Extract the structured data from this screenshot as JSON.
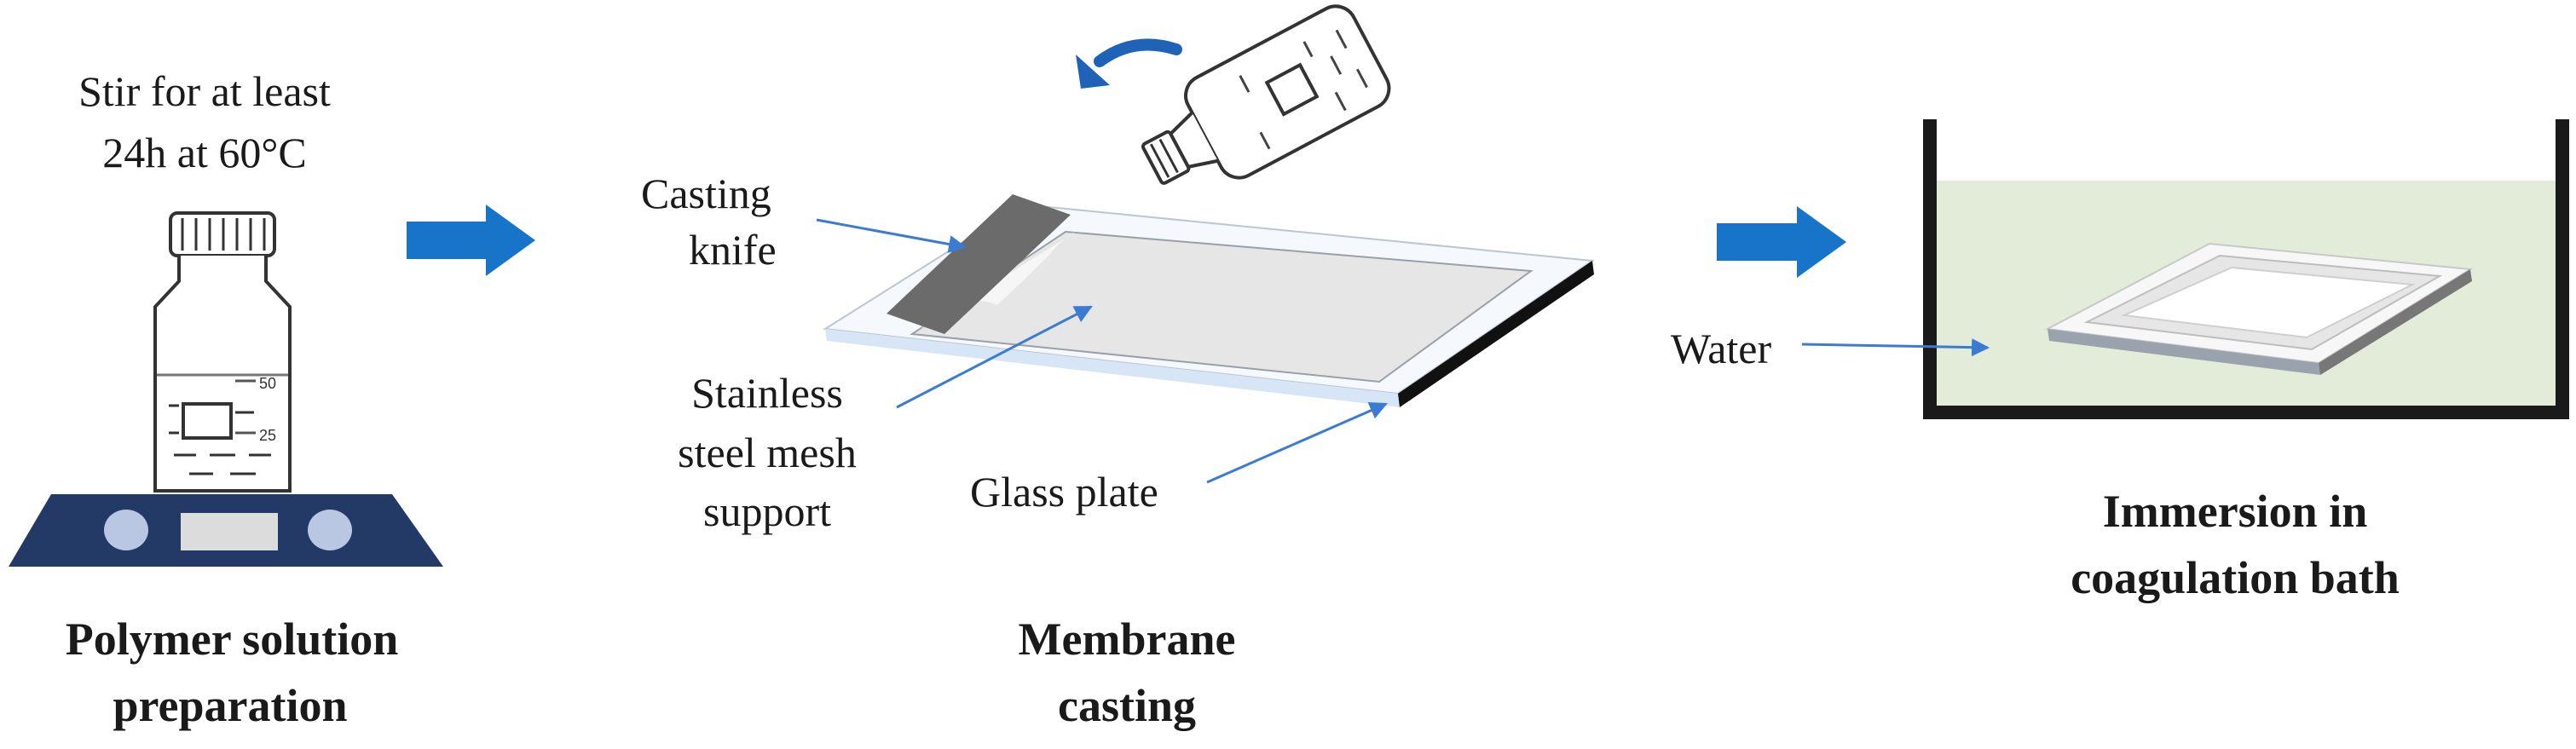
{
  "colors": {
    "arrow": "#1874c8",
    "pointer": "#3b7bd4",
    "hotplate": "#243a66",
    "knife": "#6b6b6b",
    "water": "#e2ecd8",
    "plate_edge": "#111111"
  },
  "step1": {
    "note_line1": "Stir for at least",
    "note_line2": "24h at 60°C",
    "title_line1": "Polymer solution",
    "title_line2": "preparation",
    "bottle_mark_50": "50",
    "bottle_mark_25": "25"
  },
  "step2": {
    "knife_line1": "Casting",
    "knife_line2": "knife",
    "mesh_line1": "Stainless",
    "mesh_line2": "steel mesh",
    "mesh_line3": "support",
    "glass": "Glass plate",
    "title_line1": "Membrane",
    "title_line2": "casting",
    "pour_icon": "pouring-bottle-icon",
    "rotate_icon": "curved-arrow-icon"
  },
  "step3": {
    "water": "Water",
    "title_line1": "Immersion in",
    "title_line2": "coagulation bath"
  }
}
